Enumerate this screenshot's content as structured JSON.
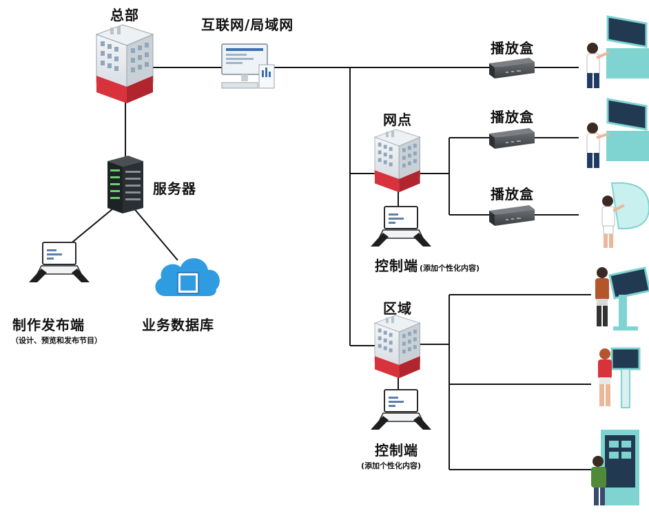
{
  "labels": {
    "headquarters": "总部",
    "internet": "互联网/局域网",
    "server": "服务器",
    "publisher": "制作发布端",
    "publisher_note": "（设计、预览和发布节目）",
    "database": "业务数据库",
    "branch": "网点",
    "region": "区域",
    "player_box": "播放盒",
    "control": "控制端",
    "control_note": "(添加个性化内容)"
  },
  "colors": {
    "line": "#111111",
    "building_red": "#d8323c",
    "cloud_blue": "#2f9be0",
    "screen_teal": "#7fd3d0",
    "server_dark": "#2b2f33"
  }
}
